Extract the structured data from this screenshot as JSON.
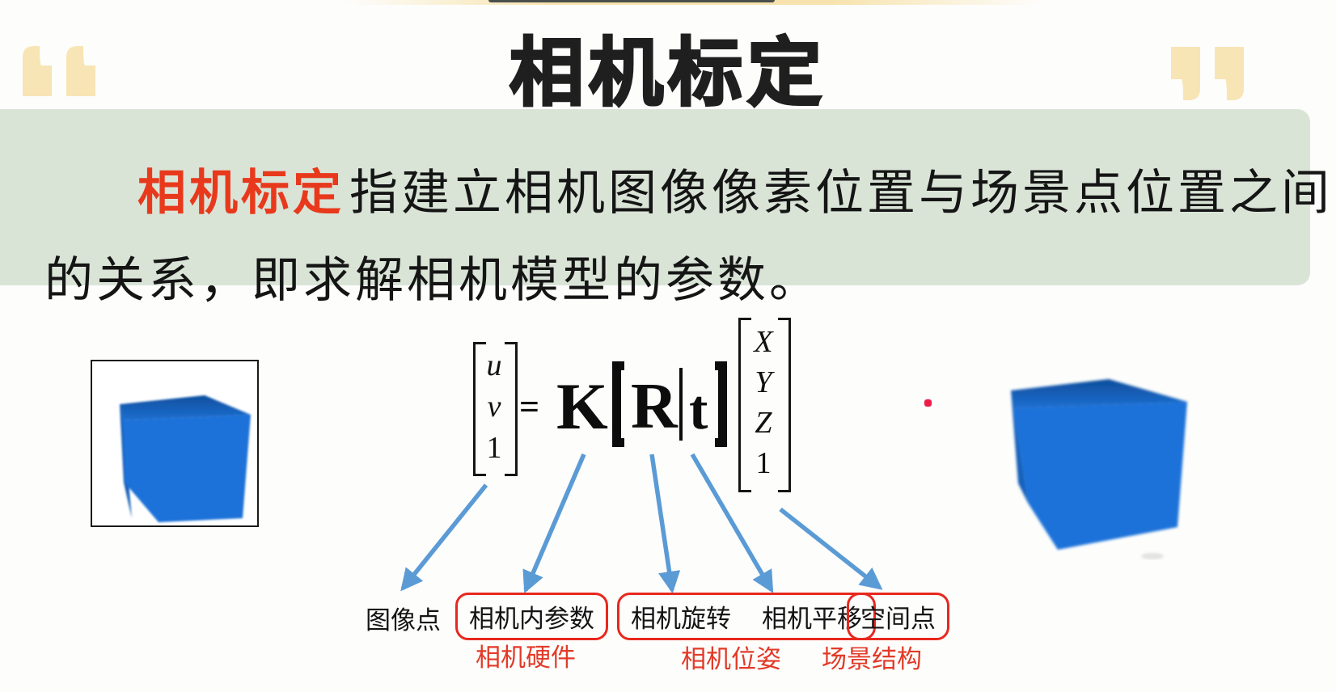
{
  "slide": {
    "title": "相机标定",
    "banner": {
      "highlight": "相机标定",
      "line1_rest": "指建立相机图像像素位置与场景点位置之间",
      "line2": "的关系，即求解相机模型的参数。"
    },
    "equation": {
      "left_vector": [
        "u",
        "v",
        "1"
      ],
      "equals_sign": "=",
      "K": "K",
      "R": "R",
      "divider": "|",
      "t": "t",
      "right_vector": [
        "X",
        "Y",
        "Z",
        "1"
      ]
    },
    "annotations": {
      "image_point": "图像点",
      "intrinsics": "相机内参数",
      "rotation": "相机旋转",
      "translation": "相机平移",
      "space_point": "空间点",
      "hardware": "相机硬件",
      "pose": "相机位姿",
      "scene": "场景结构"
    },
    "icons": {
      "open_quote": "opening-quote-icon",
      "close_quote": "closing-quote-icon",
      "left_cube": "blue-cube-image",
      "right_cube": "blue-cube-image",
      "laser_dot": "red-pointer-dot"
    },
    "colors": {
      "banner_bg": "#d9e4d7",
      "highlight_red": "#e8391c",
      "caption_red": "#e23a28",
      "box_border_red": "#e8281e",
      "arrow_blue": "#5b9bd5",
      "quote_cream": "#f8e5b5",
      "cube_front_blue": "#1b72d9",
      "cube_top_blue": "#1259ad",
      "title_black": "#1f1f1f",
      "pointer_dot": "#ed1c4a"
    }
  }
}
